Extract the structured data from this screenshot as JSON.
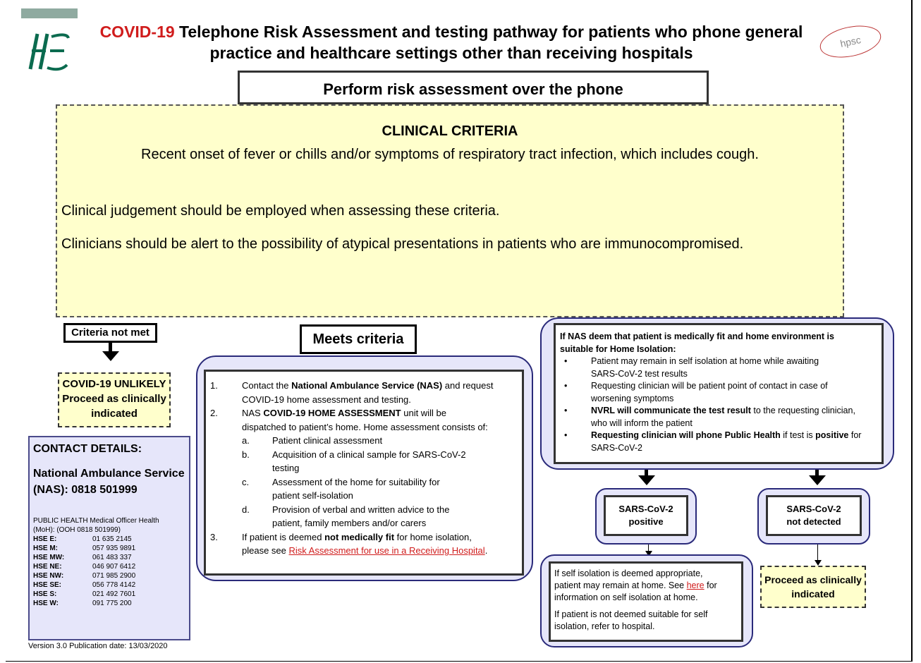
{
  "header": {
    "title_prefix": "COVID-19",
    "title_line1_rest": " Telephone Risk Assessment and testing pathway for patients who phone general",
    "title_line2": "practice and healthcare settings other than receiving hospitals",
    "hse_logo": "HSE",
    "hpsc_logo": "hpsc"
  },
  "risk_assessment": "Perform risk assessment over the phone",
  "clinical": {
    "heading": "CLINICAL CRITERIA",
    "text": "Recent onset of fever or chills and/or symptoms of respiratory tract infection, which includes cough.",
    "para1": "Clinical judgement should be employed when assessing these criteria.",
    "para2": "Clinicians should be alert to the possibility of atypical presentations in patients who are immunocompromised."
  },
  "criteria_not_met": "Criteria not met",
  "unlikely": {
    "line1": "COVID-19 UNLIKELY",
    "line2": "Proceed as clinically",
    "line3": "indicated"
  },
  "contact": {
    "heading": "CONTACT DETAILS:",
    "nas1": "National Ambulance Service",
    "nas2": "(NAS): 0818 501999",
    "ph1": "PUBLIC HEALTH Medical Officer Health",
    "ph2": "(MoH): (OOH 0818 501999)",
    "rows": [
      {
        "area": "HSE E:",
        "phone": "01 635 2145"
      },
      {
        "area": "HSE M:",
        "phone": "057 935 9891"
      },
      {
        "area": "HSE MW:",
        "phone": "061 483 337"
      },
      {
        "area": "HSE NE:",
        "phone": "046 907 6412"
      },
      {
        "area": "HSE NW:",
        "phone": "071 985 2900"
      },
      {
        "area": "HSE SE:",
        "phone": "056 778 4142"
      },
      {
        "area": "HSE S:",
        "phone": "021 492 7601"
      },
      {
        "area": "HSE W:",
        "phone": "091 775 200"
      }
    ]
  },
  "version": "Version 3.0 Publication date: 13/03/2020",
  "meets": {
    "heading": "Meets criteria",
    "i1_num": "1.",
    "i1_a": "Contact the ",
    "i1_b": "National Ambulance Service (NAS)",
    "i1_c": " and request",
    "i1_d": "COVID-19 home assessment and testing.",
    "i2_num": "2.",
    "i2_a": "NAS ",
    "i2_b": "COVID-19 HOME ASSESSMENT",
    "i2_c": " unit will be",
    "i2_d": "dispatched to patient’s home. Home assessment  consists of:",
    "subs": [
      {
        "l": "a.",
        "t1": "Patient clinical assessment",
        "t2": ""
      },
      {
        "l": "b.",
        "t1": "Acquisition of a clinical sample for SARS-CoV-2",
        "t2": "testing"
      },
      {
        "l": "c.",
        "t1": "Assessment of the home for suitability for",
        "t2": "patient self-isolation"
      },
      {
        "l": "d.",
        "t1": "Provision of verbal and written advice to the",
        "t2": "patient, family  members and/or carers"
      }
    ],
    "i3_num": "3.",
    "i3_a": "If patient is deemed ",
    "i3_b": "not medically fit",
    "i3_c": " for home isolation,",
    "i3_d": "please see ",
    "i3_link": "Risk Assessment for use in a Receiving Hospital",
    "i3_e": "."
  },
  "nas": {
    "h1": "If NAS deem that patient is medically fit and home environment is",
    "h2": "suitable for Home Isolation:",
    "bullet": "•",
    "b1_1": "Patient may remain in self isolation at home while awaiting",
    "b1_2": "SARS-CoV-2 test results",
    "b2_1": "Requesting clinician will be patient point of contact in case of",
    "b2_2": "worsening symptoms",
    "b3_bold": "NVRL will communicate the test result",
    "b3_rest": " to the requesting clinician,",
    "b3_2": "who will inform the patient",
    "b4_bold1": "Requesting clinician will phone Public Health",
    "b4_mid": " if test is ",
    "b4_bold2": "positive",
    "b4_end": " for",
    "b4_2": "SARS-CoV-2"
  },
  "positive": {
    "l1": "SARS-CoV-2",
    "l2": "positive"
  },
  "not_detected": {
    "l1": "SARS-CoV-2",
    "l2": "not detected"
  },
  "self_iso": {
    "l1": "If self isolation is deemed appropriate,",
    "l2a": "patient may remain at home. See ",
    "l2_link": "here",
    "l2b": " for",
    "l3": "information on self isolation at home.",
    "l4": "If patient is not deemed suitable for self",
    "l5": "isolation, refer to hospital."
  },
  "proceed": {
    "l1": "Proceed as clinically",
    "l2": "indicated"
  },
  "colors": {
    "title_red": "#d01c1c",
    "yellow_fill": "#ffffcc",
    "lavender_fill": "#e6e6fa",
    "hse_green": "#0b6b4f"
  }
}
